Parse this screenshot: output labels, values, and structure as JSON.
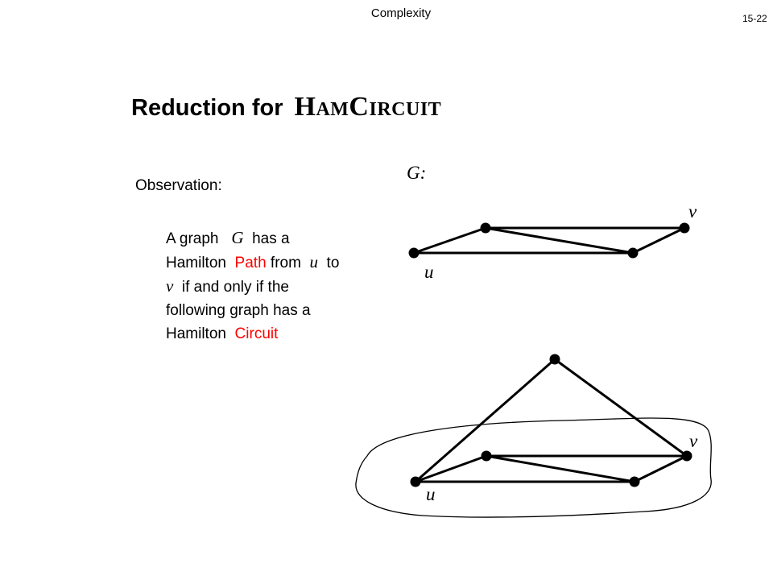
{
  "header": {
    "title": "Complexity",
    "slide_number": "15-22"
  },
  "slide": {
    "title_prefix": "Reduction for",
    "title_problem": "HamCircuit",
    "observation_label": "Observation:",
    "para": {
      "l1": {
        "t1": "A graph",
        "g": "G",
        "t2": "has a"
      },
      "l2": {
        "t1": "Hamilton",
        "path": "Path",
        "t2": "from",
        "u": "u",
        "t3": "to"
      },
      "l3": {
        "v": "v",
        "t1": "if and only if the"
      },
      "l4": {
        "t1": "following graph has a"
      },
      "l5": {
        "t1": "Hamilton",
        "circuit": "Circuit"
      }
    }
  },
  "diagram": {
    "g_label": "G:",
    "top": {
      "u": "u",
      "v": "v"
    },
    "bottom": {
      "u": "u",
      "v": "v"
    },
    "colors": {
      "highlight": "#ff0000",
      "ink": "#000000"
    }
  }
}
